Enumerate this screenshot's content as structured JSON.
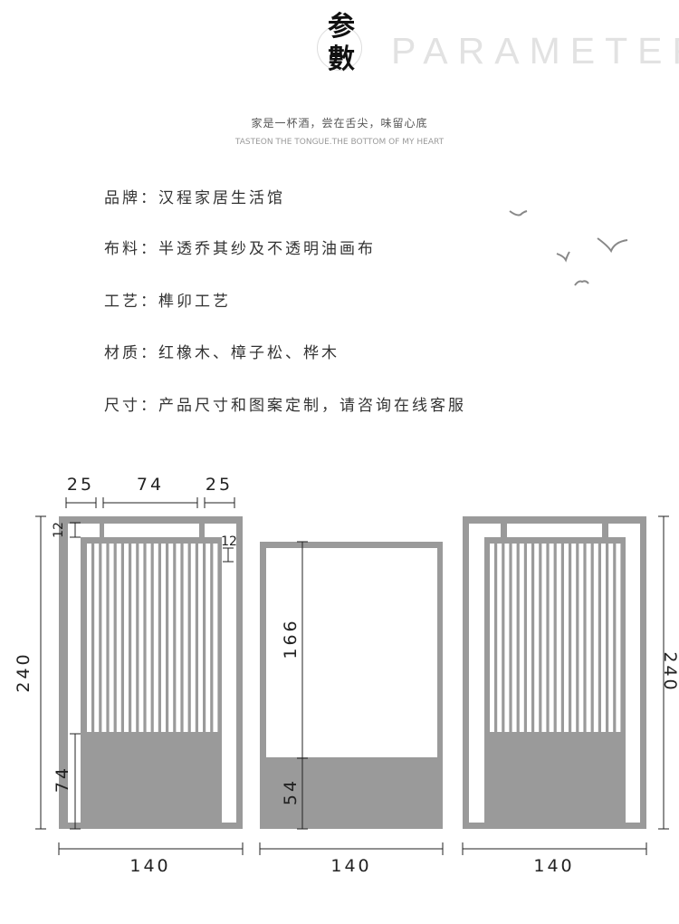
{
  "header": {
    "logo_text": "参\n數",
    "title_en": "PARAMETER",
    "slogan_cn": "家是一杯酒，尝在舌尖，味留心底",
    "slogan_en": "TASTEON THE TONGUE.THE BOTTOM OF MY HEART"
  },
  "params": [
    {
      "label": "品牌：",
      "value": "汉程家居生活馆"
    },
    {
      "label": "布料：",
      "value": "半透乔其纱及不透明油画布"
    },
    {
      "label": "工艺：",
      "value": "榫卯工艺"
    },
    {
      "label": "材质：",
      "value": "红橡木、樟子松、桦木"
    },
    {
      "label": "尺寸：",
      "value": "产品尺寸和图案定制，请咨询在线客服"
    }
  ],
  "dimensions": {
    "panel1": {
      "top_left": "25",
      "top_middle": "74",
      "top_right": "25",
      "frame_top": "12",
      "inner_gap": "12",
      "height": "240",
      "bottom_panel": "74",
      "width": "140"
    },
    "panel2": {
      "upper": "166",
      "lower": "54",
      "width": "140"
    },
    "panel3": {
      "height": "240",
      "width": "140"
    }
  },
  "colors": {
    "frame": "#9a9a9a",
    "line": "#222222",
    "accent_text": "#e2e2e2"
  }
}
